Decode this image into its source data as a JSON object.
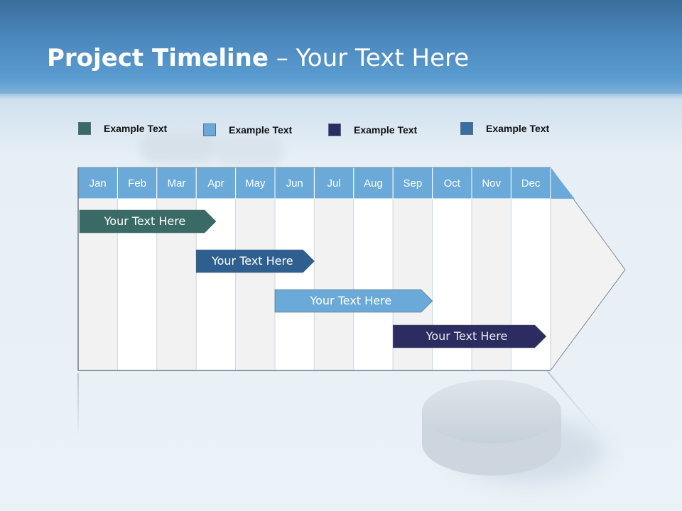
{
  "slide": {
    "title_bold": "Project Timeline",
    "title_rest": " – Your Text Here"
  },
  "legend": [
    {
      "label": "Example Text",
      "color": "#3a6a66"
    },
    {
      "label": "Example Text",
      "color": "#6aa9d8"
    },
    {
      "label": "Example Text",
      "color": "#2c2c60"
    },
    {
      "label": "Example Text",
      "color": "#3a6ea0"
    }
  ],
  "timeline": {
    "months": [
      "Jan",
      "Feb",
      "Mar",
      "Apr",
      "May",
      "Jun",
      "Jul",
      "Aug",
      "Sep",
      "Oct",
      "Nov",
      "Dec"
    ],
    "header_color": "#6aa9d8",
    "tasks": [
      {
        "label": "Your  Text Here",
        "start": 0.0,
        "end": 3.5,
        "color": "#3a6a66"
      },
      {
        "label": "Your  Text Here",
        "start": 3.0,
        "end": 6.0,
        "color": "#2f5f8f"
      },
      {
        "label": "Your  Text Here",
        "start": 5.0,
        "end": 9.0,
        "color": "#6aa9d8"
      },
      {
        "label": "Your  Text Here",
        "start": 8.0,
        "end": 12.0,
        "color": "#2c2c60"
      }
    ]
  }
}
